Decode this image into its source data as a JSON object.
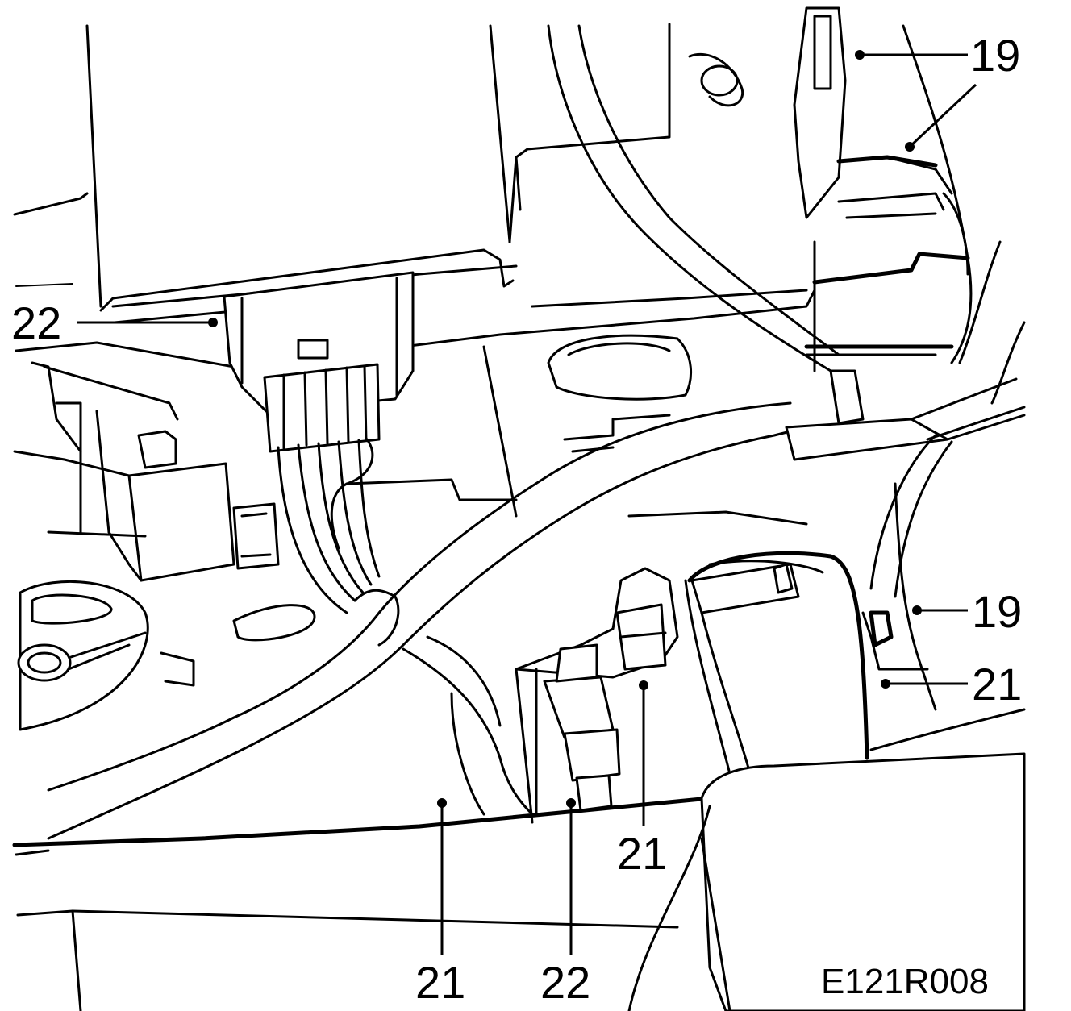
{
  "figure_id": "E121R008",
  "callouts": {
    "c19_top": "19",
    "c19_right": "19",
    "c21_right": "21",
    "c22_left": "22",
    "c21_center": "21",
    "c21_bottom": "21",
    "c22_bottom": "22"
  }
}
